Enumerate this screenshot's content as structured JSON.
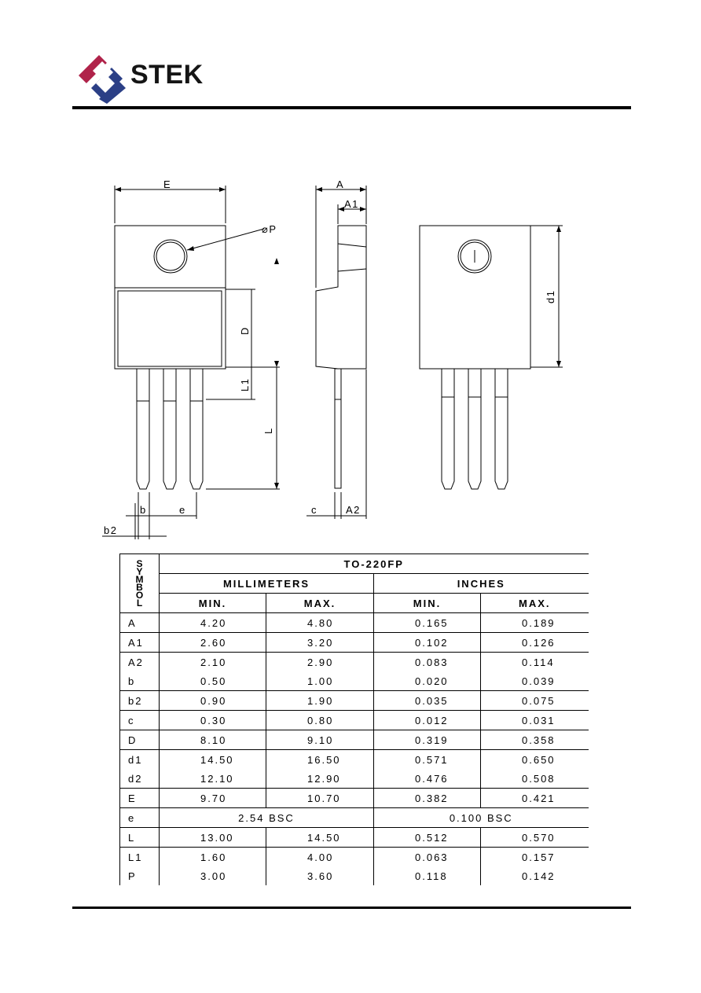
{
  "brand": {
    "name": "STEK",
    "colors": {
      "red": "#b0234a",
      "blue": "#2b3f86",
      "dark": "#151515"
    }
  },
  "drawing": {
    "labels": {
      "E": "E",
      "phiP": "⌀P",
      "D": "D",
      "L1": "L1",
      "L": "L",
      "b": "b",
      "e": "e",
      "b2": "b2",
      "A": "A",
      "A1": "A1",
      "c": "c",
      "A2": "A2",
      "d1": "d1"
    }
  },
  "table": {
    "symbol_header": "SYMBOL",
    "package": "TO-220FP",
    "units": [
      "MILLIMETERS",
      "INCHES"
    ],
    "cols": [
      "MIN.",
      "MAX.",
      "MIN.",
      "MAX."
    ],
    "rows": [
      {
        "sym": "A",
        "mm_min": "4.20",
        "mm_max": "4.80",
        "in_min": "0.165",
        "in_max": "0.189"
      },
      {
        "sym": "A1",
        "mm_min": "2.60",
        "mm_max": "3.20",
        "in_min": "0.102",
        "in_max": "0.126"
      },
      {
        "sym": "A2",
        "mm_min": "2.10",
        "mm_max": "2.90",
        "in_min": "0.083",
        "in_max": "0.114"
      },
      {
        "sym": "b",
        "mm_min": "0.50",
        "mm_max": "1.00",
        "in_min": "0.020",
        "in_max": "0.039"
      },
      {
        "sym": "b2",
        "mm_min": "0.90",
        "mm_max": "1.90",
        "in_min": "0.035",
        "in_max": "0.075"
      },
      {
        "sym": "c",
        "mm_min": "0.30",
        "mm_max": "0.80",
        "in_min": "0.012",
        "in_max": "0.031"
      },
      {
        "sym": "D",
        "mm_min": "8.10",
        "mm_max": "9.10",
        "in_min": "0.319",
        "in_max": "0.358"
      },
      {
        "sym": "d1",
        "mm_min": "14.50",
        "mm_max": "16.50",
        "in_min": "0.571",
        "in_max": "0.650"
      },
      {
        "sym": "d2",
        "mm_min": "12.10",
        "mm_max": "12.90",
        "in_min": "0.476",
        "in_max": "0.508"
      },
      {
        "sym": "E",
        "mm_min": "9.70",
        "mm_max": "10.70",
        "in_min": "0.382",
        "in_max": "0.421"
      },
      {
        "sym": "e",
        "mm_bsc": "2.54 BSC",
        "in_bsc": "0.100 BSC"
      },
      {
        "sym": "L",
        "mm_min": "13.00",
        "mm_max": "14.50",
        "in_min": "0.512",
        "in_max": "0.570"
      },
      {
        "sym": "L1",
        "mm_min": "1.60",
        "mm_max": "4.00",
        "in_min": "0.063",
        "in_max": "0.157"
      },
      {
        "sym": "P",
        "mm_min": "3.00",
        "mm_max": "3.60",
        "in_min": "0.118",
        "in_max": "0.142"
      }
    ]
  }
}
